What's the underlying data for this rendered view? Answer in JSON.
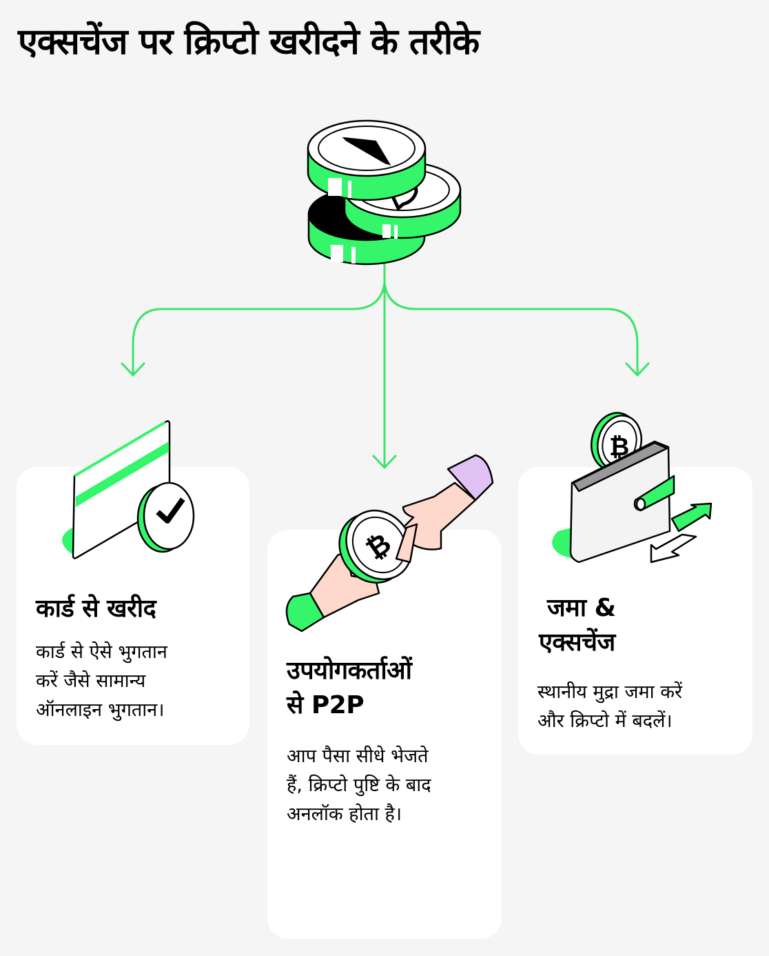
{
  "title": "एक्सचेंज पर क्रिप्टो खरीदने के तरीके",
  "colors": {
    "background": "#f5f5f5",
    "card": "#ffffff",
    "accent_green": "#3be46a",
    "coin_green": "#35f56a",
    "lavender": "#e0c2f5",
    "skin": "#ffd8cc"
  },
  "hero_icon": "crypto-coins-stack-icon",
  "methods": [
    {
      "icon": "credit-card-check-icon",
      "title": "कार्ड से खरीद",
      "description_lines": [
        "कार्ड से ऐसे भुगतान",
        "करें जैसे सामान्य",
        "ऑनलाइन भुगतान।"
      ]
    },
    {
      "icon": "p2p-hand-coin-exchange-icon",
      "title_lines": [
        "उपयोगकर्ताओं",
        "से P2P"
      ],
      "description_lines": [
        "आप पैसा सीधे भेजते",
        "हैं, क्रिप्टो पुष्टि के बाद",
        "अनलॉक होता है।"
      ]
    },
    {
      "icon": "wallet-bitcoin-exchange-icon",
      "title_lines": [
        " जमा &",
        "एक्सचेंज"
      ],
      "description_lines": [
        "स्थानीय मुद्रा जमा करें",
        "और क्रिप्टो में बदलें।"
      ]
    }
  ]
}
